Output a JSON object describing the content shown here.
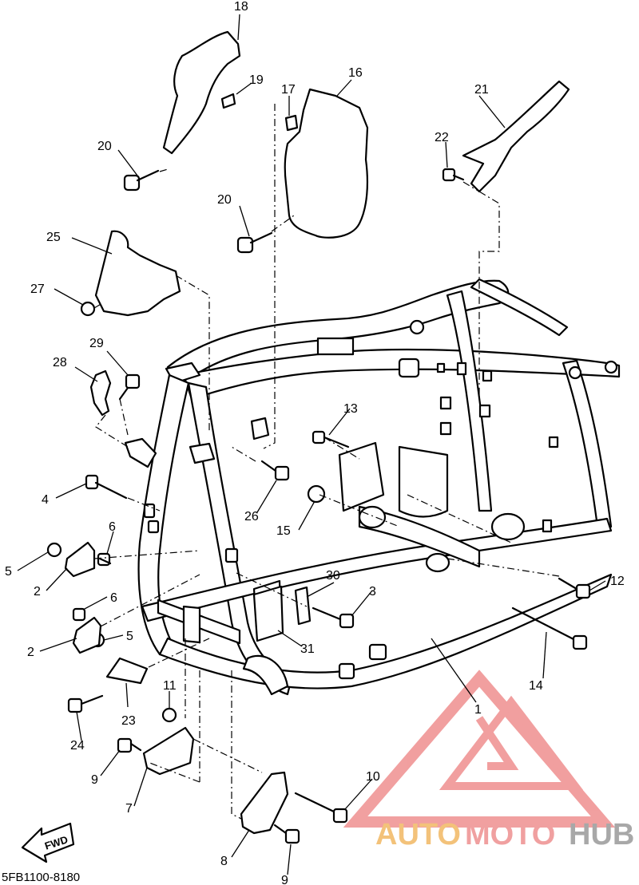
{
  "diagram": {
    "code": "5FB1100-8180",
    "fwd_label": "FWD",
    "callouts": [
      "1",
      "2",
      "3",
      "4",
      "5",
      "6",
      "7",
      "8",
      "9",
      "10",
      "11",
      "12",
      "13",
      "14",
      "15",
      "16",
      "17",
      "18",
      "19",
      "20",
      "21",
      "22",
      "23",
      "24",
      "25",
      "26",
      "27",
      "28",
      "29",
      "30",
      "31"
    ]
  },
  "watermark": {
    "part1": "AUTO",
    "part2": "MOTO",
    "part3": "HUB",
    "colors": {
      "auto": "#f3c27a",
      "moto": "#f0a0a0",
      "hub": "#a8a8a8",
      "logo": "#ef8f8f"
    }
  }
}
